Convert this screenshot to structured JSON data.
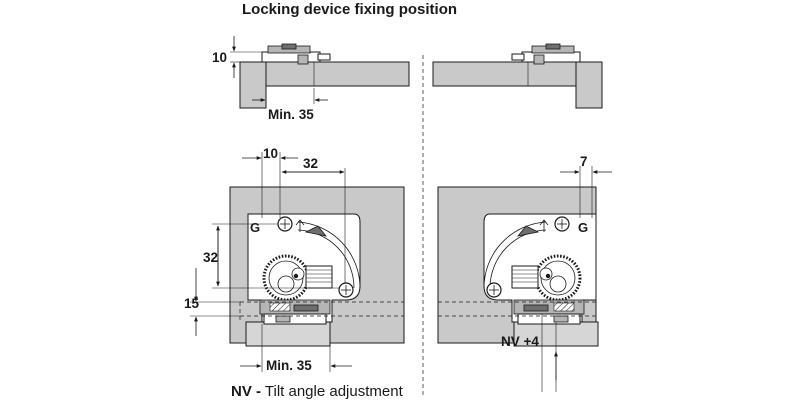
{
  "title": "Locking device fixing position",
  "top_view": {
    "dim_vertical": "10",
    "dim_horizontal": "Min. 35"
  },
  "front_left": {
    "dim_top_small": "10",
    "dim_top_wide": "32",
    "dim_side_32": "32",
    "dim_side_15": "15",
    "dim_bottom": "Min. 35"
  },
  "front_right": {
    "dim_top": "7",
    "dim_nv": "NV +4"
  },
  "legend": {
    "key": "NV -",
    "text": " Tilt angle adjustment"
  },
  "icons": [
    "screw-icon",
    "arrow-up-icon",
    "g-marker-icon",
    "gear-wheel-icon"
  ],
  "colors": {
    "panel": "#c9c9c9",
    "line": "#1a1a1a",
    "background": "#ffffff"
  }
}
